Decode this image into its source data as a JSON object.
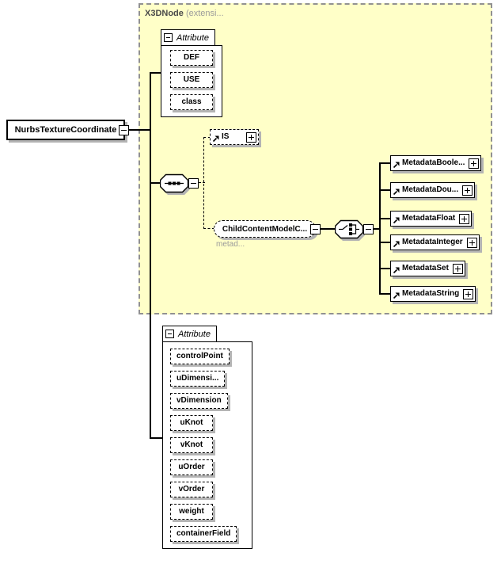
{
  "diagram": {
    "root_element": {
      "label": "NurbsTextureCoordinate"
    },
    "base_group": {
      "title": "X3DNode",
      "title_suffix": "(extensi...",
      "attribute_group": {
        "label": "Attribute",
        "items": [
          "DEF",
          "USE",
          "class"
        ]
      },
      "is_element": {
        "label": "IS"
      },
      "child_content_model": {
        "label": "ChildContentModelC...",
        "caption": "metad..."
      },
      "metadata_elements": [
        "MetadataBoole...",
        "MetadataDou...",
        "MetadataFloat",
        "MetadataInteger",
        "MetadataSet",
        "MetadataString"
      ]
    },
    "attribute_group": {
      "label": "Attribute",
      "items": [
        "controlPoint",
        "uDimensi...",
        "vDimension",
        "uKnot",
        "vKnot",
        "uOrder",
        "vOrder",
        "weight",
        "containerField"
      ]
    },
    "colors": {
      "group_fill": "#ffffc8",
      "group_border": "#919191",
      "box_shadow": "#b4b4b4",
      "muted_text": "#9b9b9b",
      "group_title_text": "#4a4a4a"
    }
  }
}
